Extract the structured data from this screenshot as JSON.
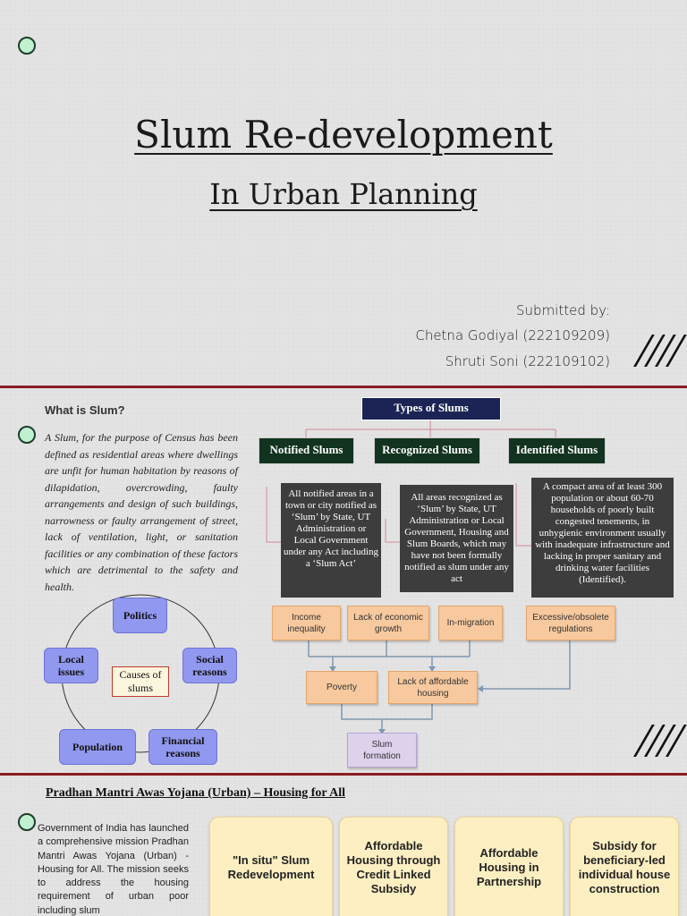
{
  "slide1": {
    "title": "Slum Re-development",
    "subtitle": "In Urban Planning",
    "submitted_label": "Submitted by:",
    "author1": "Chetna Godiyal (222109209)",
    "author2": "Shruti Soni (222109102)"
  },
  "slide2": {
    "heading": "What is Slum?",
    "definition": "A Slum, for the purpose of Census has been defined as residential areas where dwellings are unfit for human habitation by reasons of dilapidation, overcrowding, faulty arrangements and design of such buildings, narrowness or faulty arrangement of street, lack of ventilation, light, or sanitation facilities or any combination of these factors which are detrimental to the safety and health.",
    "types_title": "Types of Slums",
    "types": [
      {
        "label": "Notified Slums",
        "desc": "All notified areas in a town or city notified as ‘Slum’ by State, UT Administration or Local Government under any Act including a ‘Slum Act’"
      },
      {
        "label": "Recognized Slums",
        "desc": "All areas recognized as ‘Slum’ by State, UT Administration or Local Government, Housing and Slum Boards, which may have not been formally notified as slum under any act"
      },
      {
        "label": "Identified Slums",
        "desc": "A compact area of at least 300 population or about 60-70 households of poorly built congested tenements, in unhygienic environment usually with inadequate infrastructure and lacking in proper sanitary and drinking water facilities (Identified)."
      }
    ],
    "cycle": {
      "center": "Causes of slums",
      "items": [
        "Politics",
        "Social reasons",
        "Financial reasons",
        "Population",
        "Local issues"
      ]
    },
    "flow": {
      "causes": [
        "Income inequality",
        "Lack of economic growth",
        "In-migration",
        "Excessive/obsolete regulations"
      ],
      "effects": [
        "Poverty",
        "Lack of affordable housing"
      ],
      "result": "Slum formation"
    }
  },
  "slide3": {
    "title": "Pradhan Mantri Awas Yojana (Urban) – Housing for All",
    "text": "Government of India has launched a comprehensive mission Pradhan Mantri Awas Yojana (Urban) - Housing for All. The mission seeks to address the housing requirement of urban poor including slum",
    "cards": [
      "\"In situ\" Slum Redevelopment",
      "Affordable Housing through Credit Linked Subsidy",
      "Affordable Housing in Partnership",
      "Subsidy for beneficiary-led individual house construction"
    ]
  },
  "colors": {
    "slide_bg": "#e3e3e3",
    "border": "#8a1c24",
    "navy": "#1b2454",
    "green": "#11331f",
    "peach": "#f8c99e",
    "purple": "#ddd1ec",
    "cycle_blue": "#9198ef",
    "card": "#fdefc2"
  }
}
